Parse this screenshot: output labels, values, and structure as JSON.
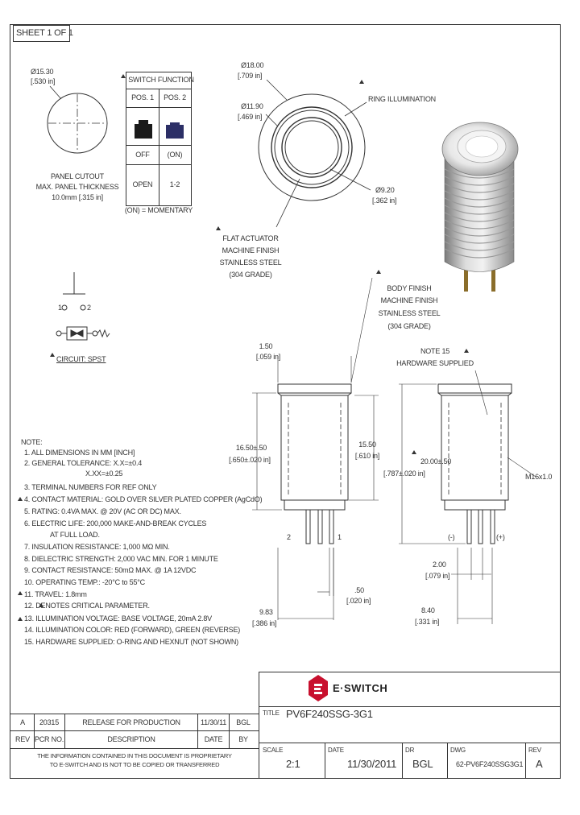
{
  "sheet": "SHEET 1 OF 1",
  "panel_cutout": {
    "diameter_mm": "Ø15.30",
    "diameter_in": "[.530 in]",
    "caption": [
      "PANEL CUTOUT",
      "MAX. PANEL THICKNESS",
      "10.0mm [.315 in]"
    ]
  },
  "switch_function": {
    "title": "SWITCH FUNCTION",
    "headers": [
      "POS. 1",
      "POS. 2"
    ],
    "row_state": [
      "OFF",
      "(ON)"
    ],
    "row_circuit": [
      "OPEN",
      "1-2"
    ],
    "footnote": "(ON) = MOMENTARY"
  },
  "circuit": {
    "pin1": "1",
    "pin2": "2",
    "label": "CIRCUIT: SPST"
  },
  "front_view": {
    "d_outer": [
      "Ø18.00",
      "[.709 in]"
    ],
    "d_mid": [
      "Ø11.90",
      "[.469 in]"
    ],
    "d_inner": [
      "Ø9.20",
      "[.362 in]"
    ],
    "ring_label": "RING ILLUMINATION",
    "actuator": [
      "FLAT ACTUATOR",
      "MACHINE FINISH",
      "STAINLESS STEEL",
      "(304 GRADE)"
    ]
  },
  "body_finish": [
    "BODY FINISH",
    "MACHINE FINISH",
    "STAINLESS STEEL",
    "(304 GRADE)"
  ],
  "note15": [
    "NOTE 15",
    "HARDWARE SUPPLIED"
  ],
  "side_view": {
    "top_dim": [
      "1.50",
      "[.059 in]"
    ],
    "h_total": [
      "16.50±.50",
      "[.650±.020 in]"
    ],
    "h_body": [
      "15.50",
      "[.610 in]"
    ],
    "pin2": "2",
    "pin1": "1",
    "pin_thk": [
      ".50",
      "[.020 in]"
    ],
    "width": [
      "9.83",
      "[.386 in]"
    ]
  },
  "right_view": {
    "h_total": [
      "20.00±.50",
      "[.787±.020 in]"
    ],
    "thread": "M16x1.0",
    "minus": "(-)",
    "plus": "(+)",
    "pitch": [
      "2.00",
      "[.079 in]"
    ],
    "width": [
      "8.40",
      "[.331 in]"
    ]
  },
  "notes": [
    "NOTE:",
    "1. ALL DIMENSIONS IN MM [INCH]",
    "2. GENERAL TOLERANCE: X.X=±0.4",
    "X.XX=±0.25",
    "3. TERMINAL NUMBERS FOR REF ONLY",
    "4. CONTACT MATERIAL: GOLD OVER SILVER PLATED COPPER (AgCdO)",
    "5. RATING: 0.4VA MAX. @ 20V (AC OR DC) MAX.",
    "6. ELECTRIC LIFE: 200,000 MAKE-AND-BREAK CYCLES",
    "AT FULL LOAD.",
    "7. INSULATION RESISTANCE: 1,000 MΩ MIN.",
    "8. DIELECTRIC STRENGTH: 2,000 VAC MIN. FOR 1 MINUTE",
    "9. CONTACT RESISTANCE: 50mΩ MAX. @ 1A 12VDC",
    "10. OPERATING TEMP.: -20°C to 55°C",
    "11. TRAVEL: 1.8mm",
    "12.  DENOTES CRITICAL PARAMETER.",
    "13. ILLUMINATION VOLTAGE: BASE VOLTAGE, 20mA 2.8V",
    "14. ILLUMINATION COLOR: RED (FORWARD), GREEN (REVERSE)",
    "15. HARDWARE SUPPLIED: O-RING AND HEXNUT (NOT SHOWN)"
  ],
  "brand": "E·SWITCH",
  "title_block": {
    "title_label": "TITLE",
    "title_value": "PV6F240SSG-3G1",
    "rev_row": [
      "A",
      "20315",
      "RELEASE FOR PRODUCTION",
      "11/30/11",
      "BGL"
    ],
    "rev_headers": [
      "REV",
      "PCR NO.",
      "DESCRIPTION",
      "DATE",
      "BY"
    ],
    "proprietary": [
      "THE INFORMATION CONTAINED IN THIS DOCUMENT IS PROPRIETARY",
      "TO E-SWITCH AND IS NOT TO BE COPIED OR TRANSFERRED"
    ],
    "scale_label": "SCALE",
    "scale_value": "2:1",
    "date_label": "DATE",
    "date_value": "11/30/2011",
    "dr_label": "DR",
    "dr_value": "BGL",
    "dwg_label": "DWG",
    "dwg_value": "62-PV6F240SSG3G1",
    "rev_label": "REV",
    "rev_value": "A"
  },
  "colors": {
    "ink": "#333333",
    "brand_red": "#c8102e",
    "cap_dark": "#1a1a1a",
    "cap_navy": "#2c2f66"
  }
}
